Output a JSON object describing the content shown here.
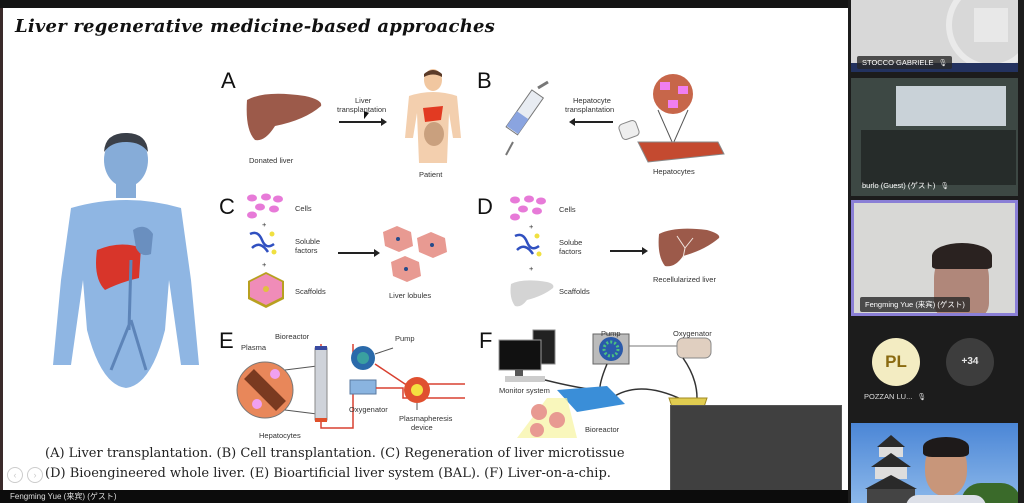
{
  "slide": {
    "title": "Liver regenerative medicine-based approaches",
    "panels": {
      "A": {
        "letter": "A",
        "donor_label": "Donated liver",
        "arrow_label_1": "Liver",
        "arrow_label_2": "transplantation",
        "patient_label": "Patient"
      },
      "B": {
        "letter": "B",
        "arrow_label_1": "Hepatocyte",
        "arrow_label_2": "transplantation",
        "cells_label": "Hepatocytes"
      },
      "C": {
        "letter": "C",
        "cells": "Cells",
        "factors_1": "Soluble",
        "factors_2": "factors",
        "scaffolds": "Scaffolds",
        "result": "Liver lobules",
        "plus": "+"
      },
      "D": {
        "letter": "D",
        "cells": "Cells",
        "factors_1": "Solube",
        "factors_2": "factors",
        "scaffolds": "Scaffolds",
        "result": "Recellularized liver",
        "plus": "+"
      },
      "E": {
        "letter": "E",
        "plasma": "Plasma",
        "bioreactor": "Bioreactor",
        "pump": "Pump",
        "oxygenator": "Oxygenator",
        "device_1": "Plasmapheresis",
        "device_2": "device",
        "hepatocytes": "Hepatocytes"
      },
      "F": {
        "letter": "F",
        "pump": "Pump",
        "oxygenator": "Oxygenator",
        "monitor": "Monitor system",
        "bioreactor": "Bioreactor"
      }
    },
    "caption_line_1": "(A) Liver transplantation. (B) Cell transplantation. (C) Regeneration of liver microtissue",
    "caption_line_2": "(D) Bioengineered whole liver. (E) Bioartificial liver system (BAL). (F) Liver-on-a-chip.",
    "nav_prev": "‹",
    "nav_next": "›"
  },
  "bottom_bar": {
    "presenter_name": "Fengming Yue (来宾) (ゲスト)"
  },
  "gallery": {
    "participants": [
      {
        "name": "STOCCO GABRIELE",
        "muted": true
      },
      {
        "name": "burlo (Guest) (ゲスト)",
        "muted": true
      },
      {
        "name": "Fengming Yue (来宾) (ゲスト)",
        "muted": false,
        "active_speaker": true
      },
      {
        "name": "POZZAN LU...",
        "initials": "PL",
        "muted": true
      }
    ],
    "more_count": "+34"
  },
  "colors": {
    "active_border": "#8a7fd6",
    "avatar_bg": "#f3ecc2",
    "avatar_text": "#8a6a10",
    "more_bg": "#3d3d3d"
  }
}
